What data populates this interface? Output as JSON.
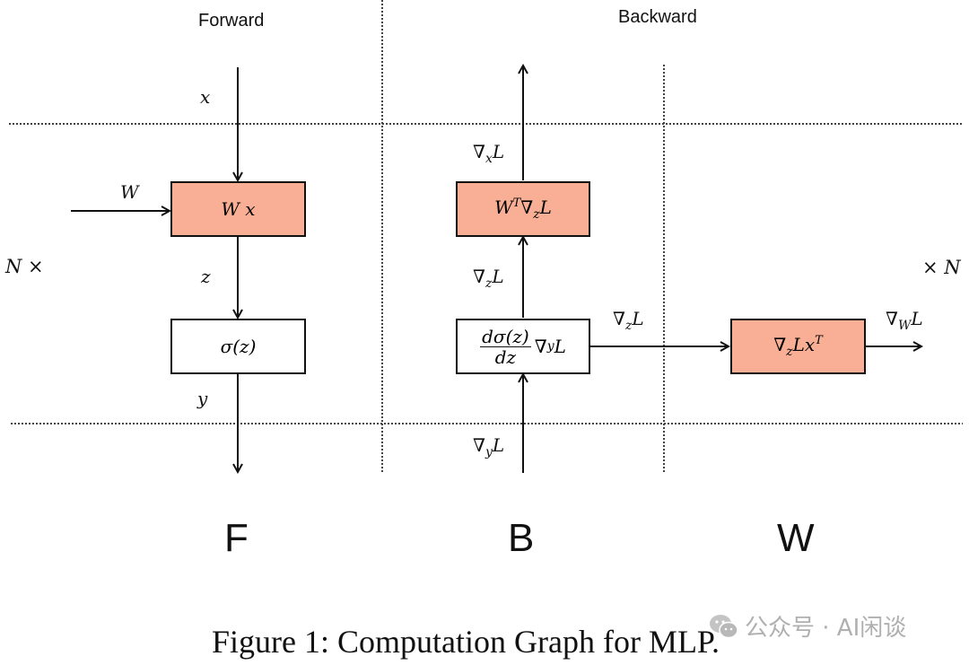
{
  "sections": {
    "forward": "Forward",
    "backward": "Backward"
  },
  "repeat_labels": {
    "left": "N ×",
    "right": "× N"
  },
  "forward": {
    "input_label": "x",
    "weight_label": "W",
    "box1": "W x",
    "z_label": "z",
    "box2": "σ(z)",
    "output_label": "y"
  },
  "backward": {
    "grad_x": {
      "base": "∇",
      "sub": "x",
      "tail": "L"
    },
    "box1": {
      "w": "W",
      "sup": "T",
      "nabla": "∇",
      "sub": "z",
      "tail": "L"
    },
    "grad_z": {
      "base": "∇",
      "sub": "z",
      "tail": "L"
    },
    "box2": {
      "num": "dσ(z)",
      "den": "dz",
      "nabla": "∇",
      "sub": "y",
      "tail": "L"
    },
    "grad_y": {
      "base": "∇",
      "sub": "y",
      "tail": "L"
    },
    "grad_z_side": {
      "base": "∇",
      "sub": "z",
      "tail": "L"
    }
  },
  "weight_grad": {
    "box": {
      "nabla": "∇",
      "sub": "z",
      "mid": "Lx",
      "sup": "T"
    },
    "output": {
      "base": "∇",
      "sub": "W",
      "tail": "L"
    }
  },
  "stage_labels": {
    "f": "F",
    "b": "B",
    "w": "W"
  },
  "caption": "Figure 1: Computation Graph for MLP.",
  "watermark": "公众号 · AI闲谈",
  "colors": {
    "compute_box_fill": "#F9AF95",
    "plain_box_fill": "#FFFFFF",
    "stroke": "#111111",
    "grid": "#444444",
    "watermark": "#B0B0B0"
  }
}
